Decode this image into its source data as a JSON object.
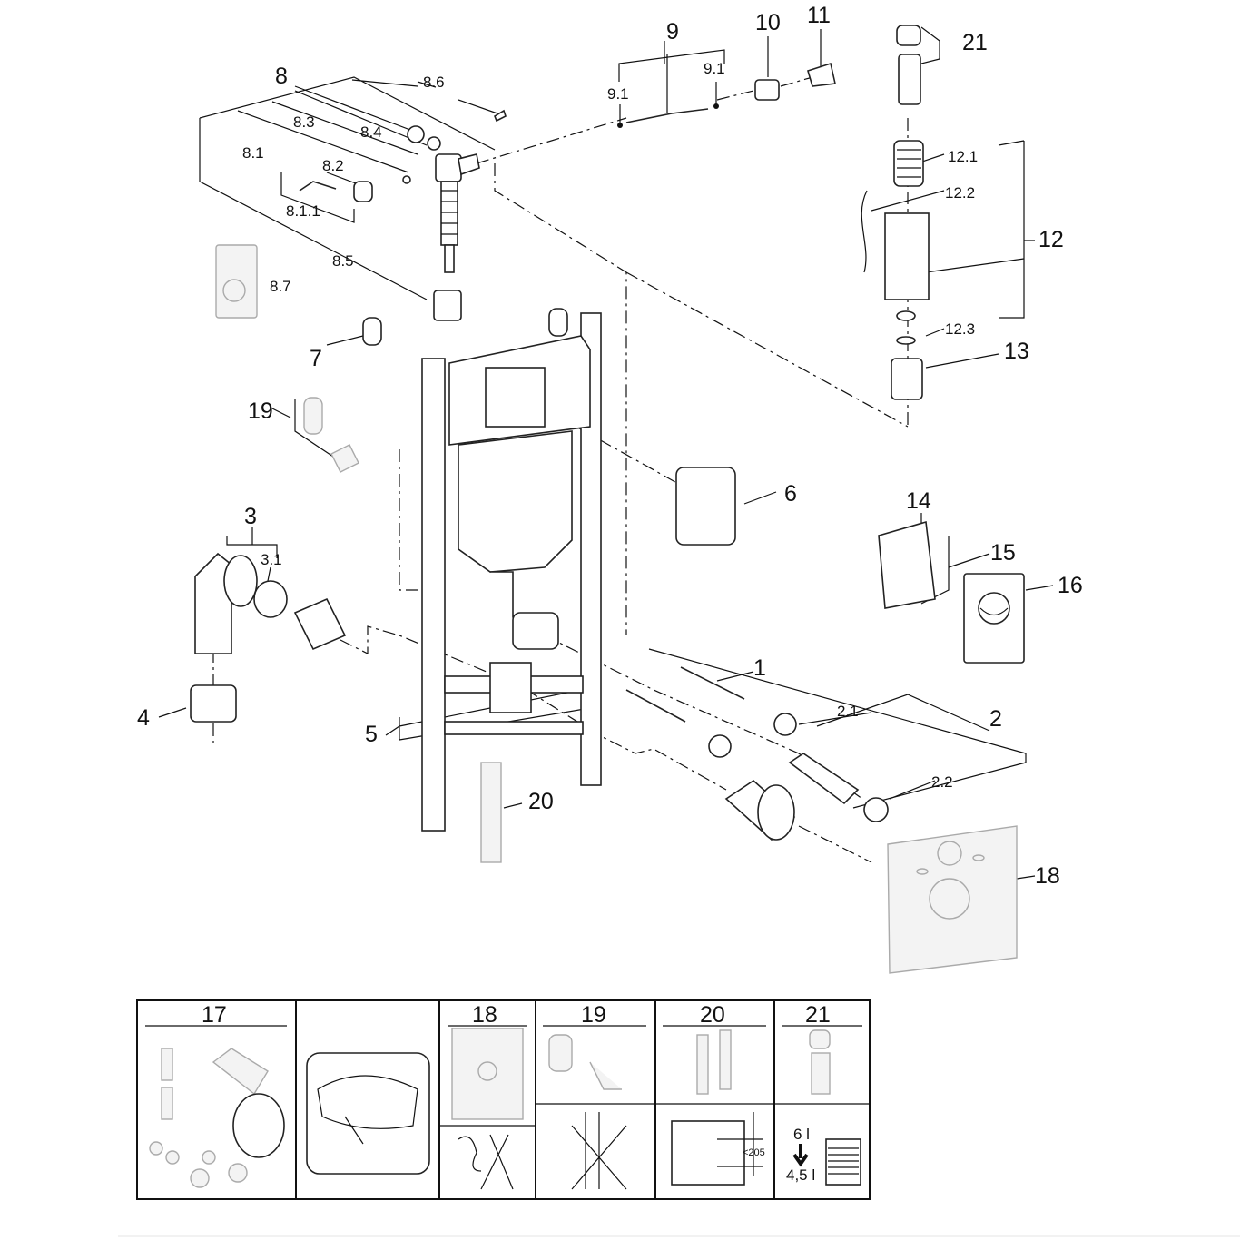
{
  "diagram": {
    "callouts": {
      "p1": "1",
      "p2": "2",
      "p2_1": "2.1",
      "p2_2": "2.2",
      "p3": "3",
      "p3_1": "3.1",
      "p4": "4",
      "p5": "5",
      "p6": "6",
      "p7": "7",
      "p8": "8",
      "p8_1": "8.1",
      "p8_1_1": "8.1.1",
      "p8_2": "8.2",
      "p8_3": "8.3",
      "p8_4": "8.4",
      "p8_5": "8.5",
      "p8_6": "8.6",
      "p8_7": "8.7",
      "p9": "9",
      "p9_1a": "9.1",
      "p9_1b": "9.1",
      "p10": "10",
      "p11": "11",
      "p12": "12",
      "p12_1": "12.1",
      "p12_2": "12.2",
      "p12_3": "12.3",
      "p13": "13",
      "p14": "14",
      "p15": "15",
      "p16": "16",
      "p18": "18",
      "p19": "19",
      "p20": "20",
      "p21": "21"
    },
    "accessory_table": {
      "col17": "17",
      "col18": "18",
      "col19": "19",
      "col20": "20",
      "col21": "21",
      "dim_205": "<205",
      "vol_full": "6 l",
      "vol_reduced": "4,5 l"
    }
  }
}
